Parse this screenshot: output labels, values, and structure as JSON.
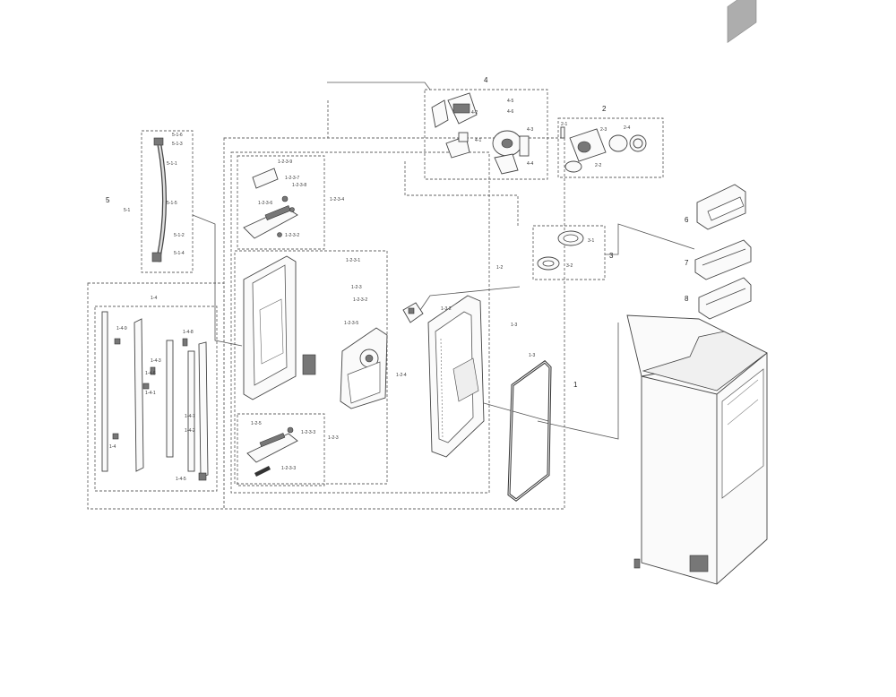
{
  "labels": {
    "l1": "1",
    "l1_2": "1-2",
    "l1_3": "1-3",
    "l1_3b": "1-3",
    "l1_4": "1-4",
    "l1_4a": "1-4",
    "l1_4_5": "1-4-5",
    "l1_4_6": "1-4-6",
    "l1_4_7": "1-4-7",
    "l1_4_8": "1-4-8",
    "l1_4_9": "1-4-9",
    "l1_4_1": "1-4-1",
    "l1_4_2": "1-4-2",
    "l1_4_3": "1-4-3",
    "l1_2_3": "1-2-3",
    "l1_2_3_1": "1-2-3-1",
    "l1_2_3_2": "1-2-3-2",
    "l1_2_3_3": "1-2-3-3",
    "l1_2_3_4": "1-2-3-4",
    "l1_2_3_5": "1-2-3-5",
    "l1_2_3_6": "1-2-3-6",
    "l1_2_3_7": "1-2-3-7",
    "l1_2_3_8": "1-2-3-8",
    "l1_2_3_9": "1-2-3-9",
    "l1_2_4": "1-2-4",
    "l1_2_5": "1-2-5",
    "l1_3_2": "1-3-2",
    "l1_3_1": "1-3-1",
    "l2": "2",
    "l2_1": "2-1",
    "l2_2": "2-2",
    "l2_3": "2-3",
    "l2_4": "2-4",
    "l3": "3",
    "l3_1": "3-1",
    "l3_2": "3-2",
    "l4": "4",
    "l4_1": "4-1",
    "l4_2": "4-2",
    "l4_3": "4-3",
    "l4_4": "4-4",
    "l4_5": "4-5",
    "l4_6": "4-6",
    "l5": "5",
    "l5_1": "5-1",
    "l5_1_1": "5-1-1",
    "l5_1_2": "5-1-2",
    "l5_1_3": "5-1-3",
    "l5_1_4": "5-1-4",
    "l5_1_5": "5-1-5",
    "l5_1_6": "5-1-6",
    "l6": "6",
    "l7": "7",
    "l8": "8"
  }
}
